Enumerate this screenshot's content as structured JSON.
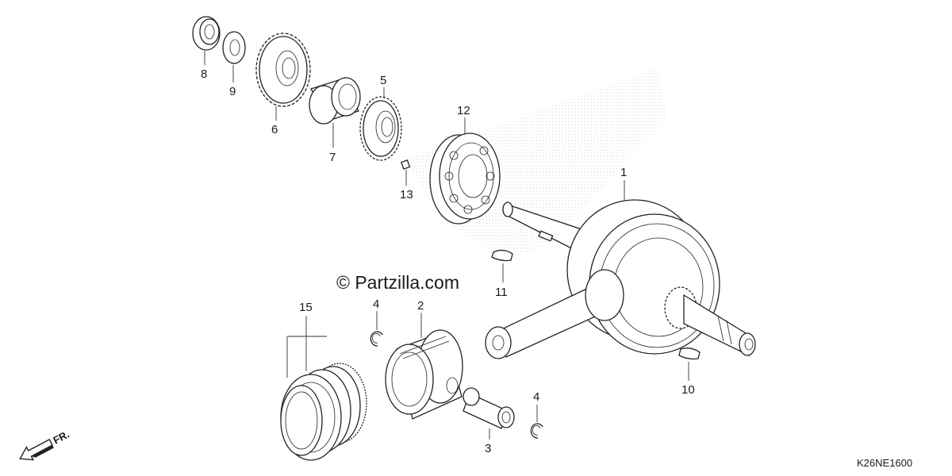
{
  "diagram": {
    "watermark": "© Partzilla.com",
    "diagram_code": "K26NE1600",
    "front_arrow_label": "FR.",
    "callouts": {
      "c1": "1",
      "c2": "2",
      "c3": "3",
      "c4a": "4",
      "c4b": "4",
      "c5": "5",
      "c6": "6",
      "c7": "7",
      "c8": "8",
      "c9": "9",
      "c10": "10",
      "c11": "11",
      "c12": "12",
      "c13": "13",
      "c15": "15"
    }
  }
}
